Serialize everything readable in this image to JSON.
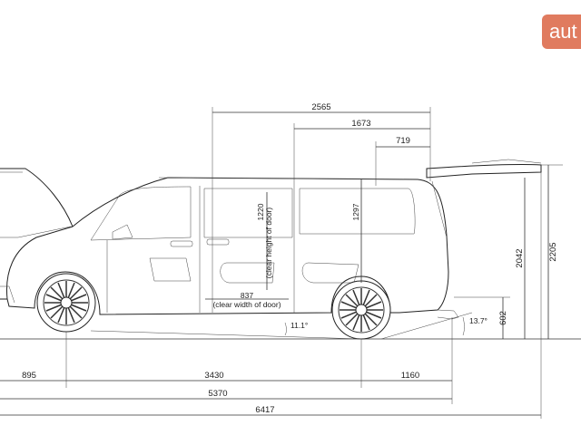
{
  "logo": {
    "text": "aut",
    "color": "#e07b5f"
  },
  "dimensions": {
    "overall_length": "6417",
    "length_5370": "5370",
    "front_overhang": "895",
    "wheelbase": "3430",
    "rear_overhang": "1160",
    "cargo_2565": "2565",
    "cargo_1673": "1673",
    "cargo_719": "719",
    "height_total": "2205",
    "height_open": "2042",
    "door_height_value": "1220",
    "door_height_label": "(clear height of door)",
    "height_1297": "1297",
    "door_width_value": "837",
    "door_width_label": "(clear width of door)",
    "sill_height": "602",
    "ramp_angle": "11.1°",
    "departure_angle": "13.7°"
  }
}
